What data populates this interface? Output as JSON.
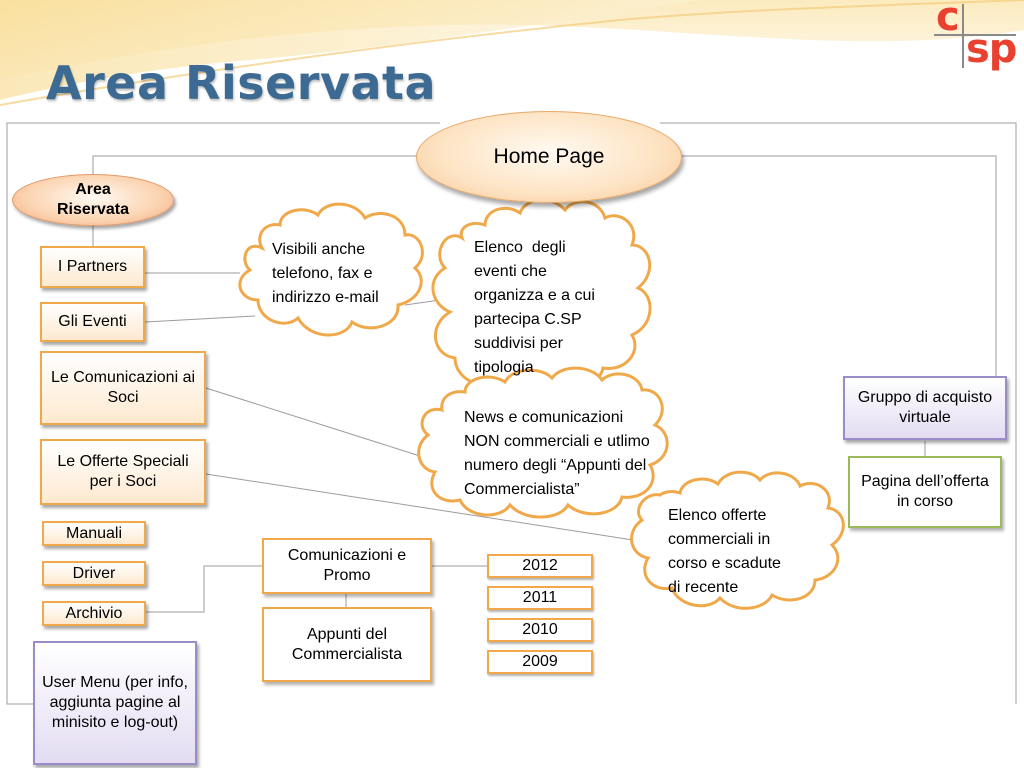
{
  "title": "Area Riservata",
  "logo": {
    "c": "c",
    "sp": "sp"
  },
  "colors": {
    "title": "#3d6a93",
    "logo": "#e9412f",
    "orange_border": "#f0a94a",
    "purple_border": "#9a8cc6",
    "green_border": "#9bbb59",
    "cloud_border": "#f0a94a"
  },
  "nodes": {
    "home_page": "Home Page",
    "area_riservata": [
      "Area",
      "Riservata"
    ],
    "i_partners": "I Partners",
    "gli_eventi": "Gli Eventi",
    "comunicazioni_soci": "Le Comunicazioni ai Soci",
    "offerte_speciali": "Le Offerte Speciali per i Soci",
    "manuali": "Manuali",
    "driver": "Driver",
    "archivio": "Archivio",
    "user_menu": "User Menu (per info, aggiunta pagine al minisito e log-out)",
    "comunicazioni_promo": "Comunicazioni e Promo",
    "appunti_commercialista": "Appunti del Commercialista",
    "gruppo_acquisto": "Gruppo di acquisto virtuale",
    "pagina_offerta": "Pagina dell’offerta in corso"
  },
  "years": [
    "2012",
    "2011",
    "2010",
    "2009"
  ],
  "clouds": {
    "partners": [
      "Visibili anche",
      "telefono, fax e",
      "indirizzo e-mail"
    ],
    "eventi": [
      "Elenco  degli",
      "eventi che",
      "organizza e a cui",
      "partecipa C.SP",
      "suddivisi per",
      "tipologia"
    ],
    "news": [
      "News e comunicazioni",
      "NON commerciali e utlimo",
      "numero degli “Appunti del",
      "Commercialista”"
    ],
    "offerte": [
      "Elenco offerte",
      "commerciali in",
      "corso e scadute",
      "di recente"
    ]
  }
}
